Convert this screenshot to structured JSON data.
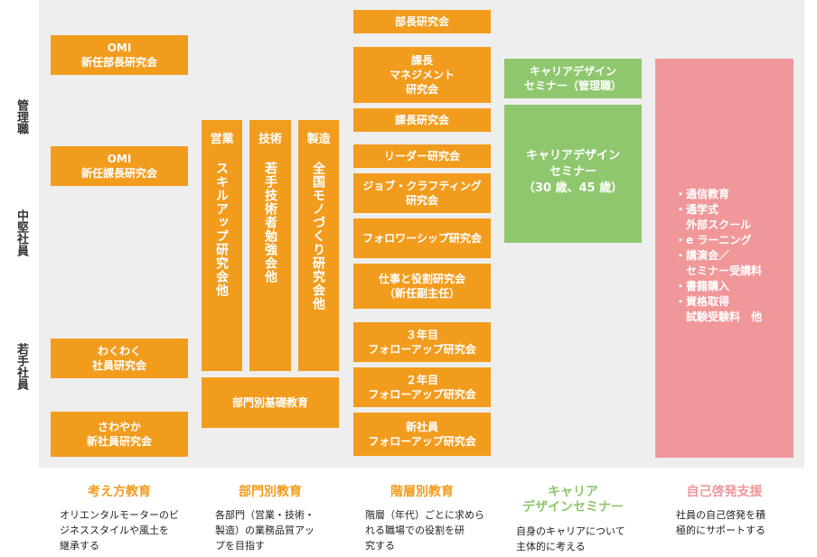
{
  "levels": {
    "management": "管理職",
    "mid": "中堅社員",
    "young": "若手社員"
  },
  "philosophy": {
    "omi_managers": "OMI\n新任部長研究会",
    "omi_section": "OMI\n新任課長研究会",
    "wakuwaku": "わくわく\n社員研究会",
    "sawayaka": "さわやか\n新社員研究会"
  },
  "department": {
    "cols": [
      {
        "head": "営業",
        "text": "スキルアップ研究会他"
      },
      {
        "head": "技術",
        "text": "若手技術者勉強会他"
      },
      {
        "head": "製造",
        "text": "全国モノづくり研究会他"
      }
    ],
    "basic": "部門別基礎教育"
  },
  "hierarchy": {
    "items": [
      "部長研究会",
      "課長\nマネジメント\n研究会",
      "課長研究会",
      "リーダー研究会",
      "ジョブ・クラフティング\n研究会",
      "フォロワーシップ研究会",
      "仕事と役割研究会\n（新任副主任）",
      "３年目\nフォローアップ研究会",
      "２年目\nフォローアップ研究会",
      "新社員\nフォローアップ研究会"
    ]
  },
  "career": {
    "mgmt_seminar": "キャリアデザイン\nセミナー（管理職）",
    "seminar": "キャリアデザイン\nセミナー\n（30 歳、45 歳）"
  },
  "support": {
    "items": [
      "・通信教育",
      "・通学式\n　外部スクール",
      "・e ラーニング",
      "・講演会／\n　セミナー受講料",
      "・書籍購入",
      "・資格取得\n　試験受験料　他"
    ]
  },
  "categories": [
    {
      "title": "考え方教育",
      "desc": "オリエンタルモーターのビ\nジネススタイルや風土を\n継承する",
      "color": "#f29c1e"
    },
    {
      "title": "部門別教育",
      "desc": "各部門（営業・技術・\n製造）の業務品質アッ\nプを目指す",
      "color": "#f29c1e"
    },
    {
      "title": "階層別教育",
      "desc": "階層（年代）ごとに求めら\nれる職場での役割を研\n究する",
      "color": "#f29c1e"
    },
    {
      "title": "キャリア\nデザインセミナー",
      "desc": "自身のキャリアについて\n主体的に考える",
      "color": "#8fc76e"
    },
    {
      "title": "自己啓発支援",
      "desc": "社員の自己啓発を積\n極的にサポートする",
      "color": "#f0979a"
    }
  ]
}
